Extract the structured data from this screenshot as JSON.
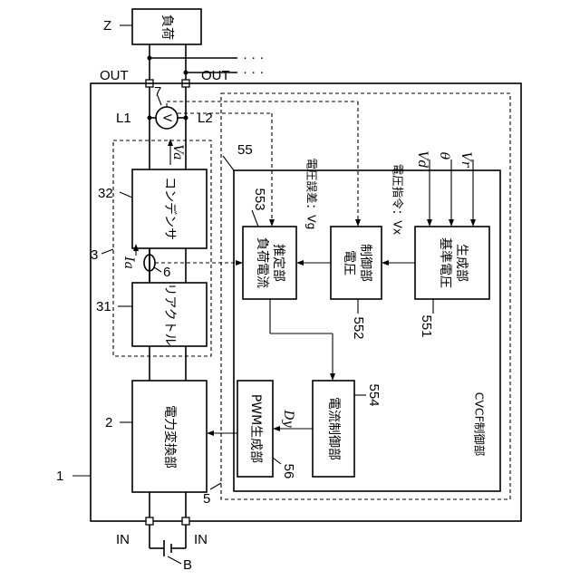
{
  "diagram": {
    "load": {
      "label": "負荷",
      "ref": "Z"
    },
    "device": {
      "ref": "1"
    },
    "power_converter": {
      "label": "電力変換部",
      "ref": "2"
    },
    "filter": {
      "ref": "3"
    },
    "reactor": {
      "label": "リアクトル",
      "ref": "31"
    },
    "capacitor": {
      "label": "コンデンサ",
      "ref": "32"
    },
    "control": {
      "ref": "5",
      "label": "CVCF制御部"
    },
    "inner_control": {
      "ref": "55"
    },
    "current_sensor": {
      "ref": "6"
    },
    "voltmeter": {
      "ref": "7",
      "symbol": "V"
    },
    "lines": {
      "l1": "L1",
      "l2": "L2"
    },
    "terminals": {
      "out": "OUT",
      "in": "IN"
    },
    "battery": {
      "ref": "B"
    },
    "dots": "· · ·",
    "blocks": {
      "ref_gen": {
        "line1": "基準電圧",
        "line2": "生成部",
        "ref": "551"
      },
      "volt_ctrl": {
        "line1": "電圧",
        "line2": "制御部",
        "ref": "552"
      },
      "load_est": {
        "line1": "負荷電流",
        "line2": "推定部",
        "ref": "553"
      },
      "curr_ctrl": {
        "label": "電流制御部",
        "ref": "554"
      },
      "pwm": {
        "label": "PWM生成部",
        "ref": "56"
      }
    },
    "signals": {
      "vd": "Vd",
      "theta": "θ",
      "vr": "Vr",
      "va": "Va",
      "ia": "Ia",
      "dy": "Dy",
      "vx": "電圧指令：Vx",
      "vg": "電圧誤差：Vg"
    }
  }
}
